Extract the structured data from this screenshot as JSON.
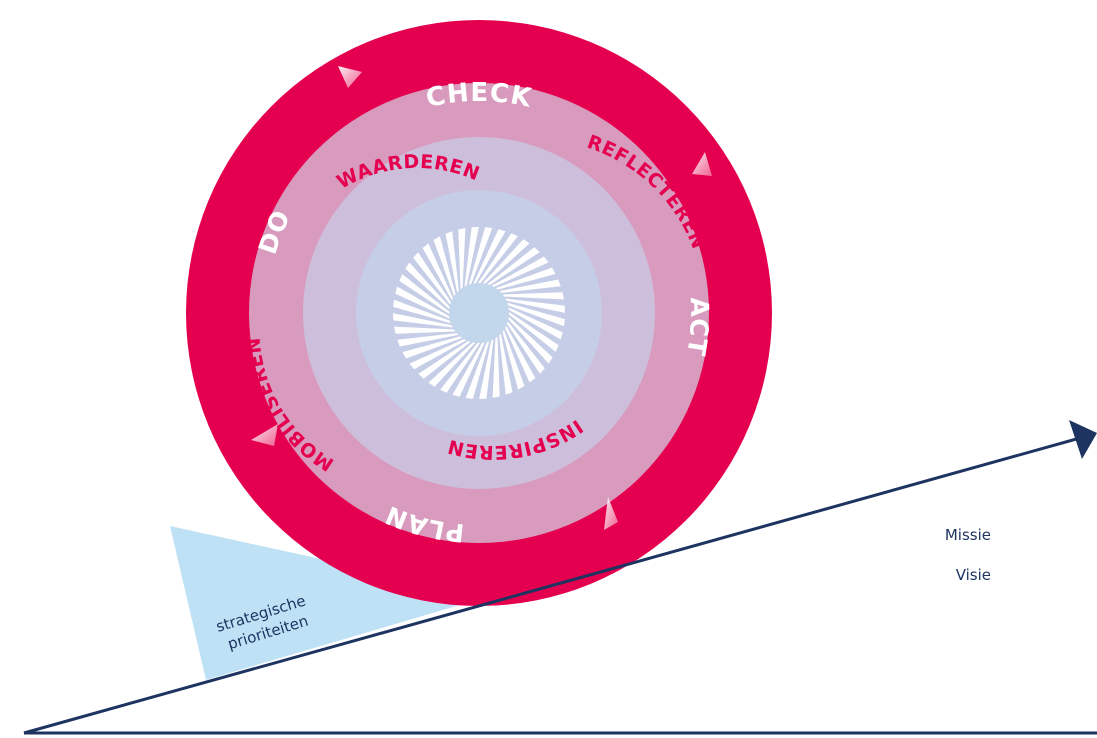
{
  "cycle": {
    "outer_labels": {
      "check": "CHECK",
      "act": "ACT",
      "plan": "PLAN",
      "do": "DO"
    },
    "inner_labels": {
      "waarderen": "WAARDEREN",
      "reflecteren": "REFLECTEREN",
      "inspireren": "INSPIREREN",
      "mobiliseren": "MOBILISEREN"
    }
  },
  "wedge": {
    "line1": "strategische",
    "line2": "prioriteiten"
  },
  "slope": {
    "line1": "Missie",
    "line2": "Visie"
  },
  "colors": {
    "outer_ring": "#e4004f",
    "middle_ring": "#d89bbe",
    "inner_ring": "#cdbfdc",
    "core": "#c6cde7",
    "center": "#c2d6ec",
    "wedge": "#bfe1f6",
    "axis": "#1d3461"
  }
}
